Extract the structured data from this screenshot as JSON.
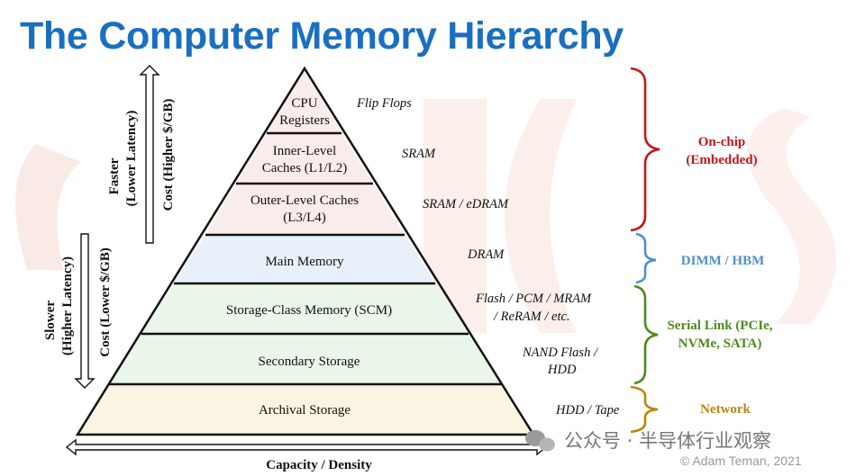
{
  "title": "The Computer Memory Hierarchy",
  "levels": [
    {
      "line1": "CPU",
      "line2": "Registers",
      "tech": "Flip Flops",
      "tech2": ""
    },
    {
      "line1": "Inner-Level",
      "line2": "Caches (L1/L2)",
      "tech": "SRAM",
      "tech2": ""
    },
    {
      "line1": "Outer-Level Caches",
      "line2": "(L3/L4)",
      "tech": "SRAM / eDRAM",
      "tech2": ""
    },
    {
      "line1": "Main Memory",
      "line2": "",
      "tech": "DRAM",
      "tech2": ""
    },
    {
      "line1": "Storage-Class Memory (SCM)",
      "line2": "",
      "tech": "Flash / PCM / MRAM",
      "tech2": "/ ReRAM / etc."
    },
    {
      "line1": "Secondary Storage",
      "line2": "",
      "tech": "NAND Flash /",
      "tech2": "HDD"
    },
    {
      "line1": "Archival Storage",
      "line2": "",
      "tech": "HDD / Tape",
      "tech2": ""
    }
  ],
  "left_axis": {
    "faster_1": "Faster",
    "faster_2": "(Lower Latency)",
    "cost_high": "Cost (Higher $/GB)",
    "slower_1": "Slower",
    "slower_2": "(Higher Latency)",
    "cost_low": "Cost (Lower $/GB)"
  },
  "bottom_axis": "Capacity / Density",
  "categories": [
    {
      "line1": "On-chip",
      "line2": "(Embedded)",
      "color": "#c0181c"
    },
    {
      "line1": "DIMM / HBM",
      "line2": "",
      "color": "#4f8fc9"
    },
    {
      "line1": "Serial Link (PCIe,",
      "line2": "NVMe, SATA)",
      "color": "#4e8a1e"
    },
    {
      "line1": "Network",
      "line2": "",
      "color": "#b8860b"
    }
  ],
  "watermark": {
    "chinese": "公众号 · 半导体行业观察",
    "copyright": "© Adam Teman, 2021"
  },
  "colors": {
    "title": "#1a6fc0",
    "band_fills": [
      "#fbecec",
      "#fbecec",
      "#fbecec",
      "#e8f0fa",
      "#eaf6ea",
      "#eaf6ea",
      "#fcf4e2"
    ],
    "watermark_red": "#f6dcd6"
  }
}
